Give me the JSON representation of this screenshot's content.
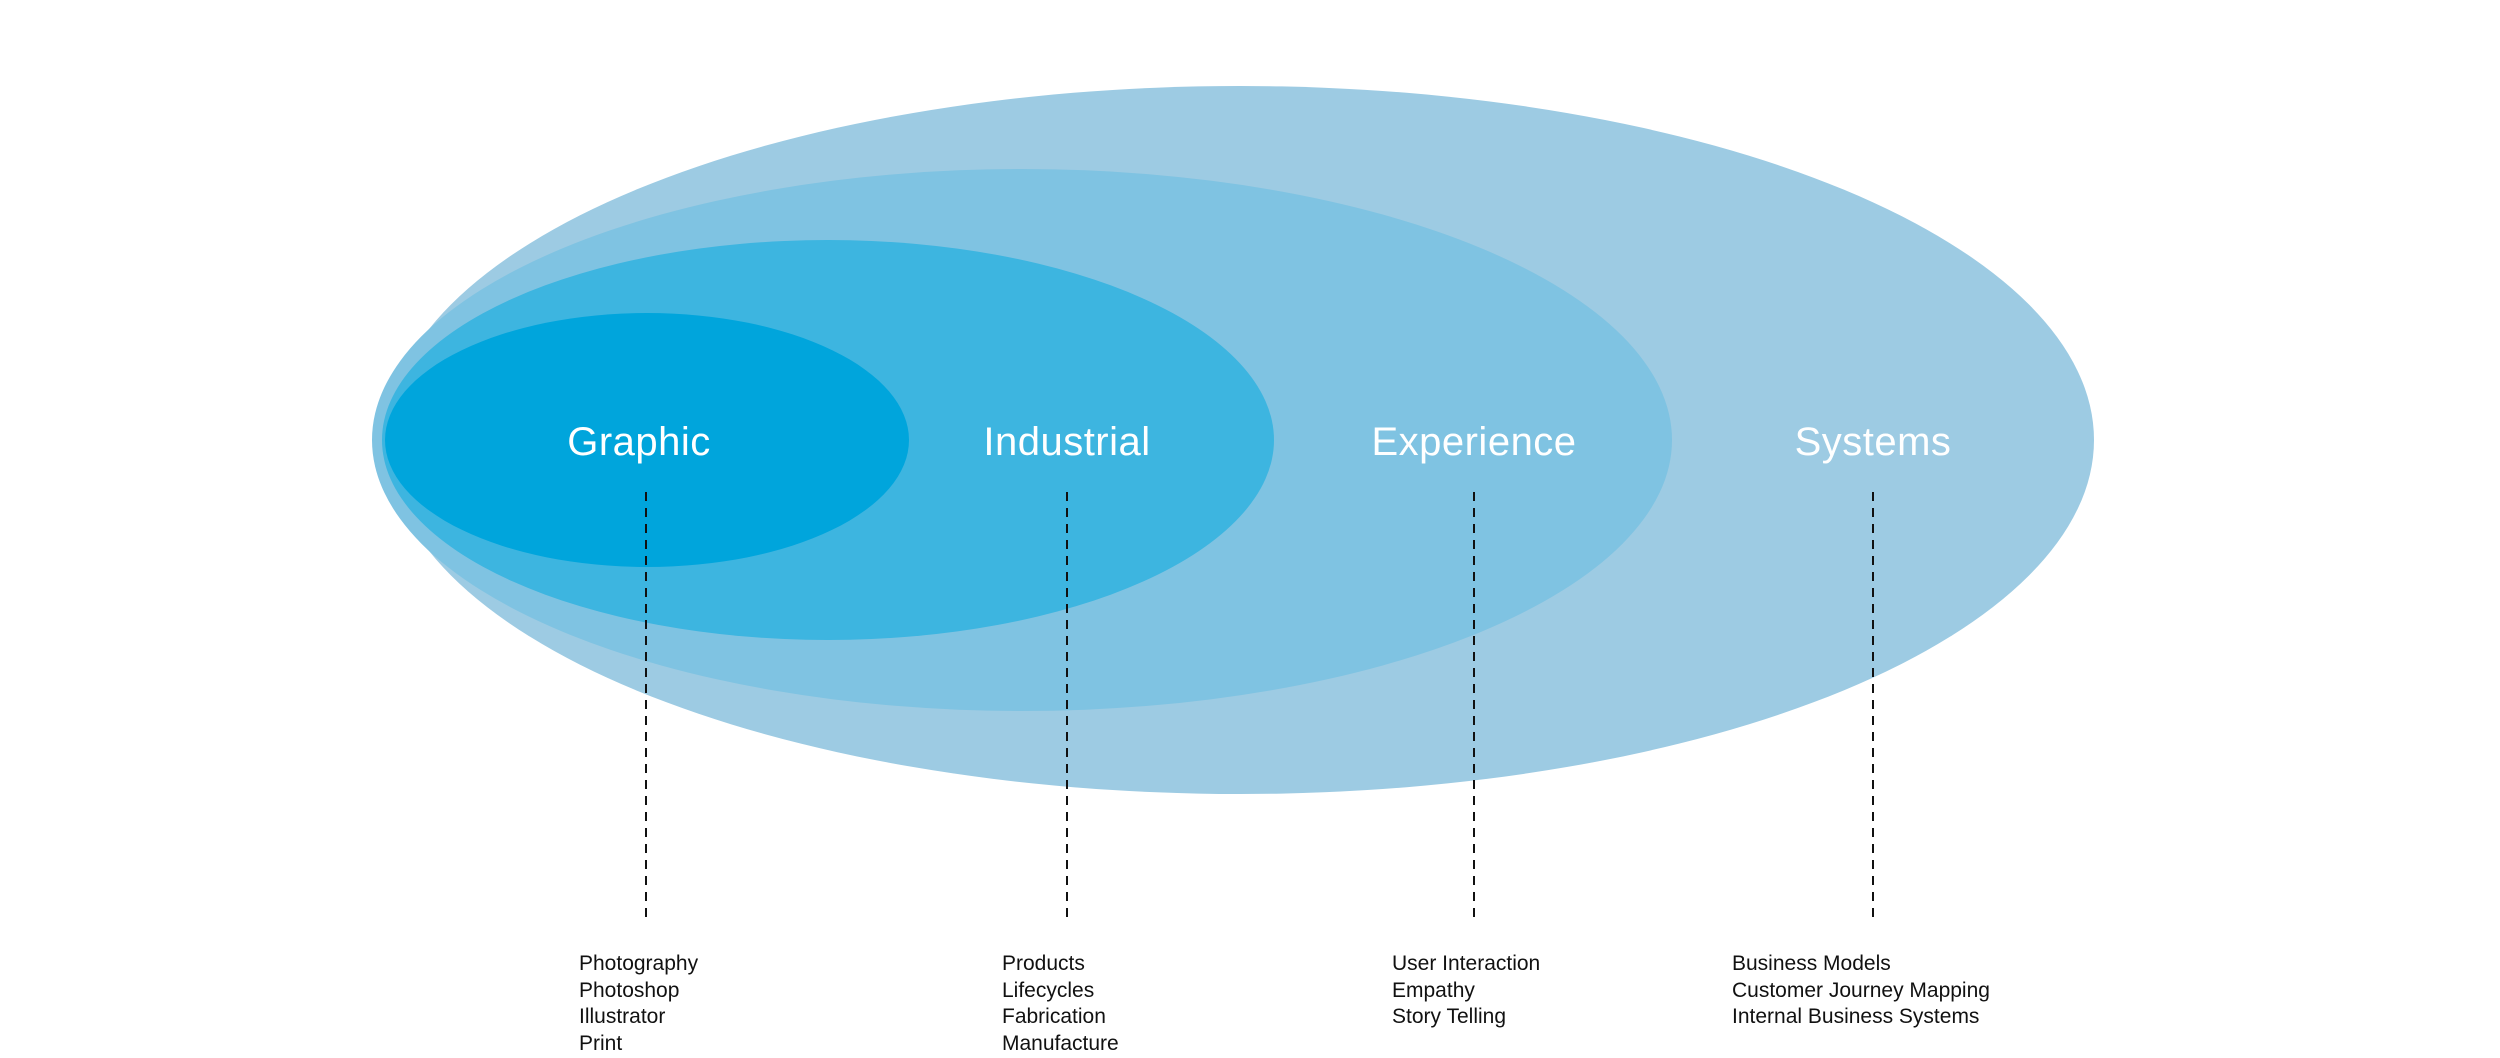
{
  "diagram": {
    "colors": {
      "systems": "#9dcbe3",
      "experience": "#7fc3e2",
      "industrial": "#3db5e0",
      "graphic": "#00a5dc",
      "label_text": "#ffffff",
      "connector": "#111111",
      "detail_text": "#111111"
    },
    "categories": [
      {
        "id": "graphic",
        "label": "Graphic",
        "items": [
          "Photography",
          "Photoshop",
          "Illustrator",
          "Print"
        ]
      },
      {
        "id": "industrial",
        "label": "Industrial",
        "items": [
          "Products",
          "Lifecycles",
          "Fabrication",
          "Manufacture"
        ]
      },
      {
        "id": "experience",
        "label": "Experience",
        "items": [
          "User Interaction",
          "Empathy",
          "Story Telling"
        ]
      },
      {
        "id": "systems",
        "label": "Systems",
        "items": [
          "Business Models",
          "Customer Journey Mapping",
          "Internal Business Systems"
        ]
      }
    ]
  }
}
